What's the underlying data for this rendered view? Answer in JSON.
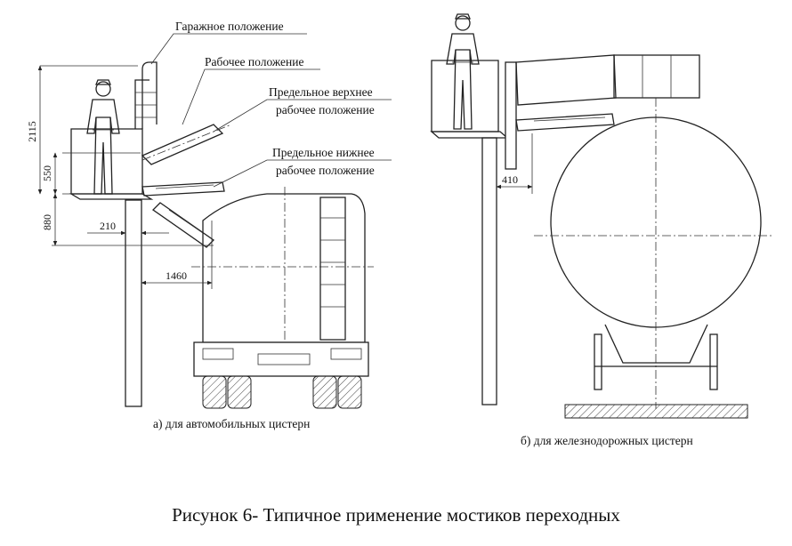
{
  "callouts": {
    "garage": "Гаражное положение",
    "working": "Рабочее положение",
    "upper_1": "Предельное верхнее",
    "upper_2": "рабочее положение",
    "lower_1": "Предельное нижнее",
    "lower_2": "рабочее положение"
  },
  "dimensions": {
    "d2115": "2115",
    "d550": "550",
    "d880": "880",
    "d210": "210",
    "d1460": "1460",
    "d410": "410"
  },
  "subcaptions": {
    "a": "а) для автомобильных цистерн",
    "b": "б) для железнодорожных цистерн"
  },
  "caption": "Рисунок 6- Типичное применение мостиков переходных"
}
